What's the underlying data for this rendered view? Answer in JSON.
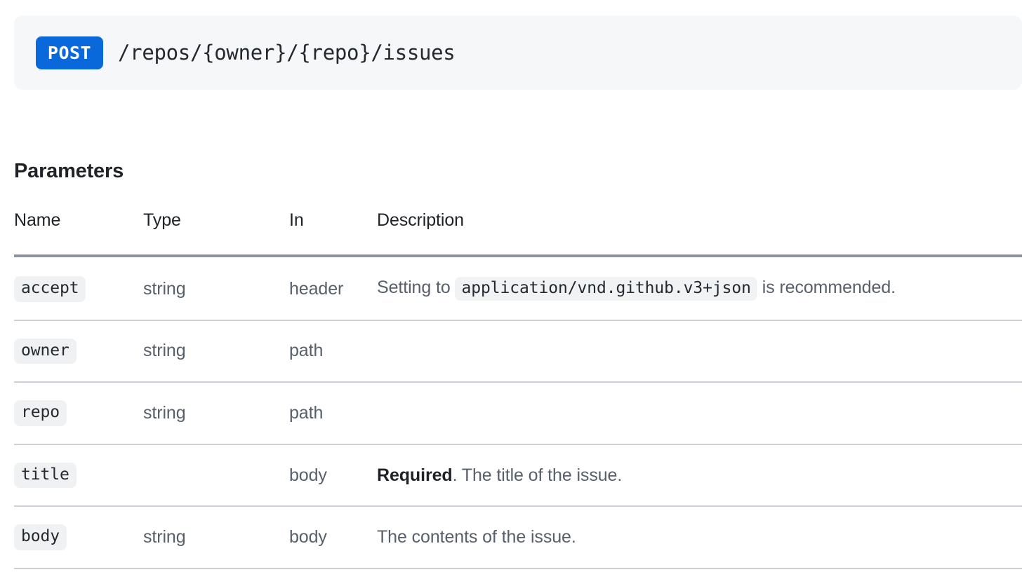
{
  "endpoint": {
    "method": "POST",
    "method_color": "#0a69da",
    "path": "/repos/{owner}/{repo}/issues"
  },
  "parameters_section": {
    "heading": "Parameters",
    "columns": {
      "name": "Name",
      "type": "Type",
      "in": "In",
      "description": "Description"
    },
    "rows": [
      {
        "name": "accept",
        "type": "string",
        "in": "header",
        "description_prefix": "Setting to ",
        "description_code": "application/vnd.github.v3+json",
        "description_suffix": " is recommended.",
        "required_label": "",
        "description_plain": ""
      },
      {
        "name": "owner",
        "type": "string",
        "in": "path",
        "description_prefix": "",
        "description_code": "",
        "description_suffix": "",
        "required_label": "",
        "description_plain": ""
      },
      {
        "name": "repo",
        "type": "string",
        "in": "path",
        "description_prefix": "",
        "description_code": "",
        "description_suffix": "",
        "required_label": "",
        "description_plain": ""
      },
      {
        "name": "title",
        "type": "",
        "in": "body",
        "description_prefix": "",
        "description_code": "",
        "description_suffix": "",
        "required_label": "Required",
        "description_plain": ". The title of the issue."
      },
      {
        "name": "body",
        "type": "string",
        "in": "body",
        "description_prefix": "",
        "description_code": "",
        "description_suffix": "",
        "required_label": "",
        "description_plain": "The contents of the issue."
      }
    ]
  },
  "theme": {
    "panel_bg": "#f6f7f9",
    "chip_bg": "#eff1f3",
    "header_rule": "#8c959f",
    "row_rule": "#ccd1d7",
    "text_primary": "#1f2328",
    "text_secondary": "#57606a"
  }
}
